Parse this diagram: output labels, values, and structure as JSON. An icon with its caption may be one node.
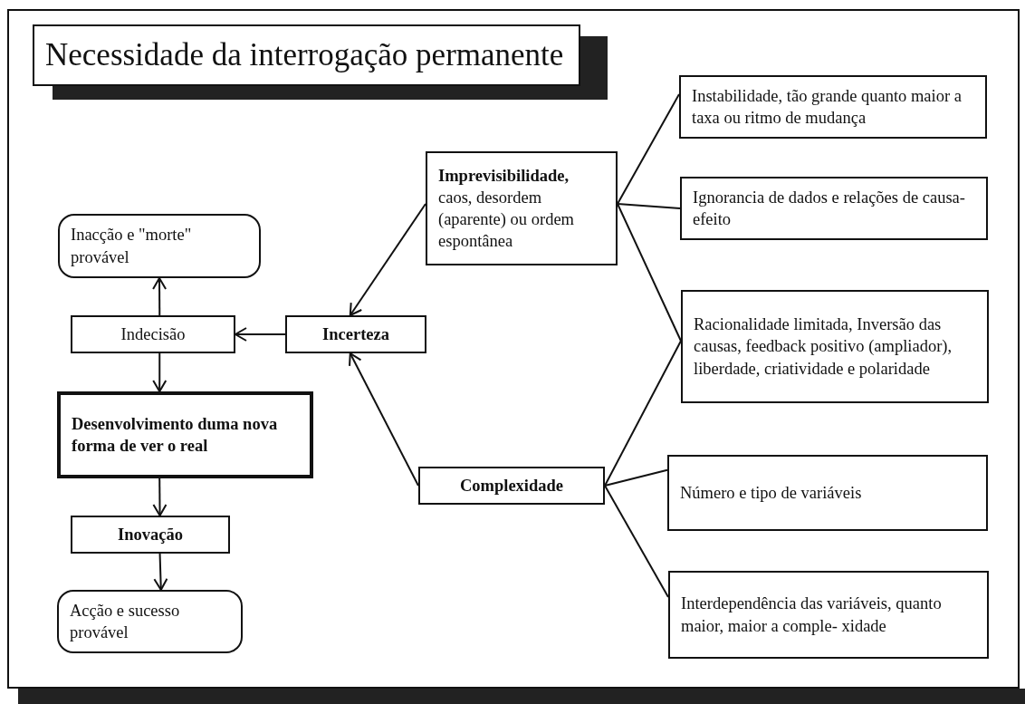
{
  "diagram": {
    "title": "Necessidade da interrogação permanente",
    "nodes": [
      {
        "text": [
          "Inacção e \"morte\" provável"
        ]
      },
      {
        "text": [
          "Indecisão"
        ]
      },
      {
        "text": [
          "Incerteza"
        ]
      },
      {
        "text": [
          "**Imprevisibilidade,** caos, desordem (aparente) ou ordem espontânea"
        ]
      },
      {
        "text": [
          "Desenvolvimento duma nova forma de ver o real"
        ]
      },
      {
        "text": [
          "Complexidade"
        ]
      },
      {
        "text": [
          "Inovação"
        ]
      },
      {
        "text": [
          "Acção e sucesso provável"
        ]
      },
      {
        "text": [
          "Instabilidade, tão grande quanto maior a taxa ou ritmo de mudança"
        ]
      },
      {
        "text": [
          "Ignorancia de dados e relações de causa-efeito"
        ]
      },
      {
        "text": [
          "Racionalidade limitada, Inversão das causas, feedback positivo (ampliador), liberdade, criatividade e polaridade"
        ]
      },
      {
        "text": [
          "Número e tipo de variáveis"
        ]
      },
      {
        "text": [
          "Interdependência das variáveis, quanto maior, maior a comple- xidade"
        ]
      }
    ],
    "edges": [
      {
        "from": 2,
        "to": 1,
        "arrow": "to"
      },
      {
        "from": 1,
        "to": 0,
        "arrow": "to"
      },
      {
        "from": 1,
        "to": 4,
        "arrow": "to"
      },
      {
        "from": 4,
        "to": 6,
        "arrow": "to"
      },
      {
        "from": 6,
        "to": 7,
        "arrow": "to"
      },
      {
        "from": 3,
        "to": 2,
        "arrow": "to"
      },
      {
        "from": 5,
        "to": 2,
        "arrow": "to"
      },
      {
        "from": 3,
        "to": 8,
        "arrow": "none"
      },
      {
        "from": 3,
        "to": 9,
        "arrow": "none"
      },
      {
        "from": 3,
        "to": 10,
        "arrow": "none"
      },
      {
        "from": 5,
        "to": 10,
        "arrow": "none"
      },
      {
        "from": 5,
        "to": 11,
        "arrow": "none"
      },
      {
        "from": 5,
        "to": 12,
        "arrow": "none"
      }
    ]
  }
}
